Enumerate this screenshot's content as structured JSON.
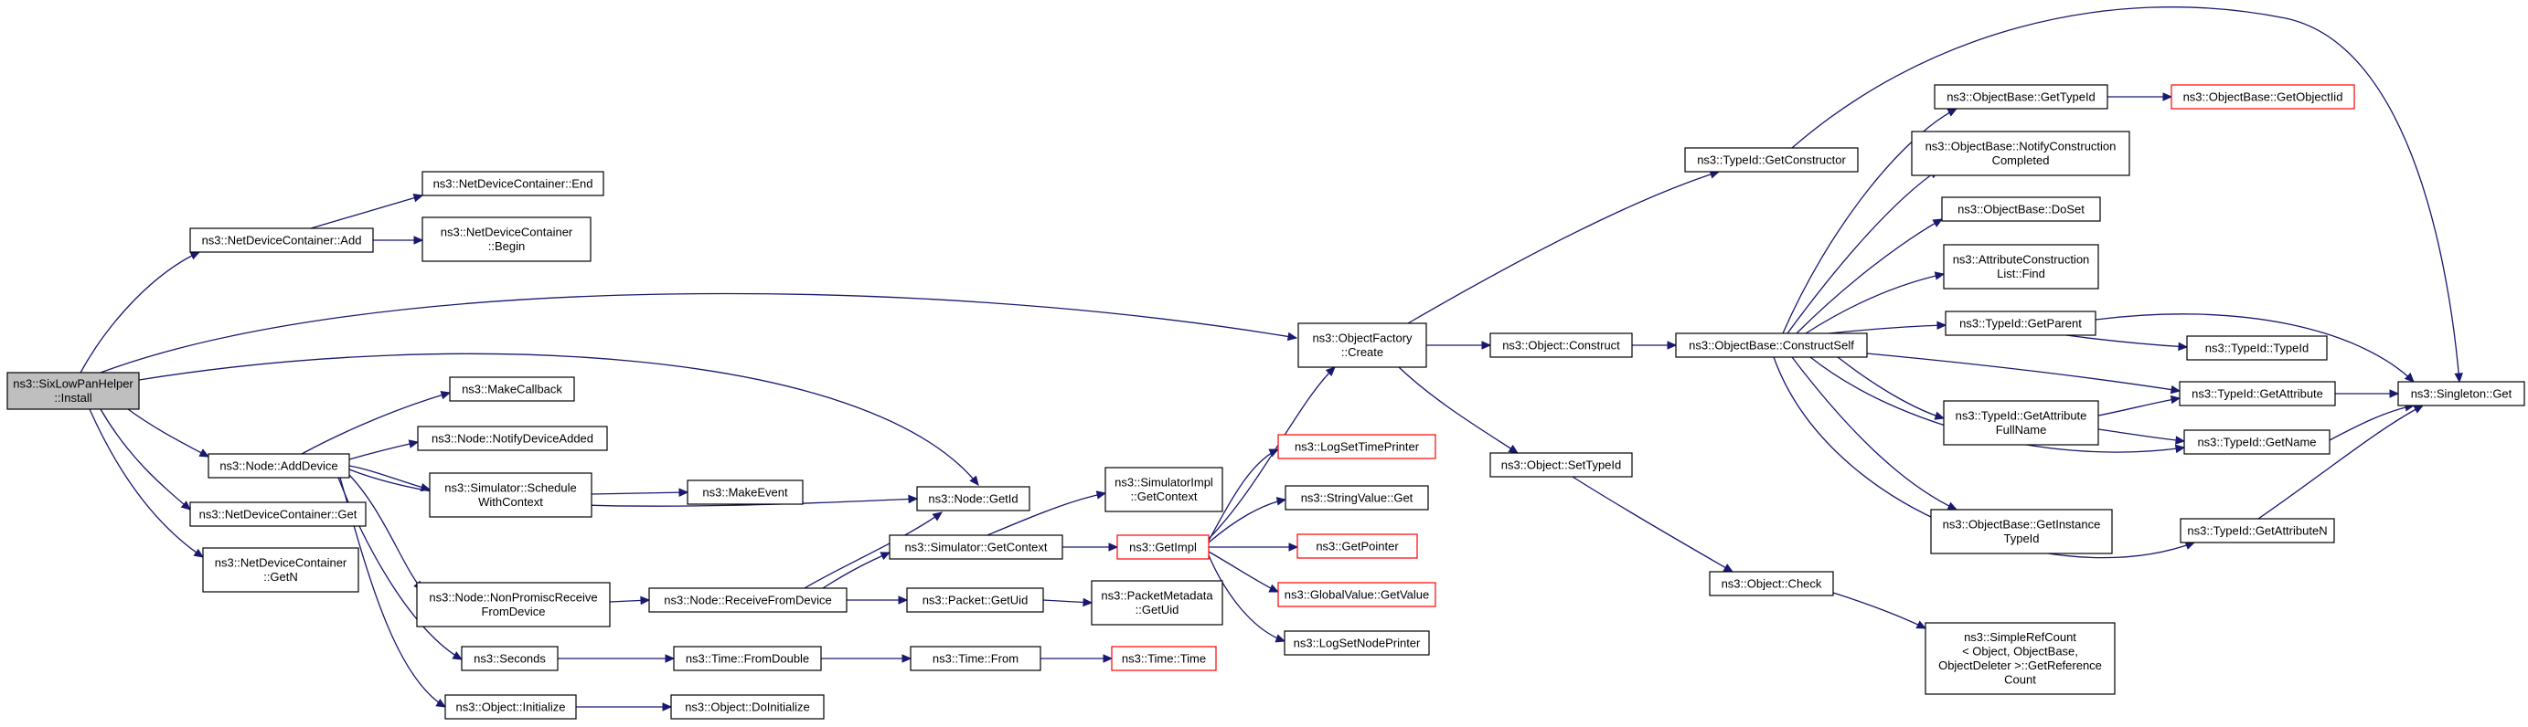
{
  "colors": {
    "edge": "#191970",
    "root_fill": "#bfbfbf",
    "external_border": "#ff0000",
    "border": "#000000"
  },
  "nodes": [
    {
      "id": "install",
      "lines": [
        "ns3::SixLowPanHelper",
        "::Install"
      ],
      "style": "root"
    },
    {
      "id": "ndc_add",
      "lines": [
        "ns3::NetDeviceContainer::Add"
      ]
    },
    {
      "id": "ndc_end",
      "lines": [
        "ns3::NetDeviceContainer::End"
      ]
    },
    {
      "id": "ndc_begin",
      "lines": [
        "ns3::NetDeviceContainer",
        "::Begin"
      ]
    },
    {
      "id": "node_adddevice",
      "lines": [
        "ns3::Node::AddDevice"
      ]
    },
    {
      "id": "ndc_get",
      "lines": [
        "ns3::NetDeviceContainer::Get"
      ]
    },
    {
      "id": "ndc_getn",
      "lines": [
        "ns3::NetDeviceContainer",
        "::GetN"
      ]
    },
    {
      "id": "makecallback",
      "lines": [
        "ns3::MakeCallback"
      ]
    },
    {
      "id": "notifydeviceadded",
      "lines": [
        "ns3::Node::NotifyDeviceAdded"
      ]
    },
    {
      "id": "schedulewithcontext",
      "lines": [
        "ns3::Simulator::Schedule",
        "WithContext"
      ]
    },
    {
      "id": "makeevent",
      "lines": [
        "ns3::MakeEvent"
      ]
    },
    {
      "id": "node_getid",
      "lines": [
        "ns3::Node::GetId"
      ]
    },
    {
      "id": "nonpromisc",
      "lines": [
        "ns3::Node::NonPromiscReceive",
        "FromDevice"
      ]
    },
    {
      "id": "receivefromdevice",
      "lines": [
        "ns3::Node::ReceiveFromDevice"
      ]
    },
    {
      "id": "seconds",
      "lines": [
        "ns3::Seconds"
      ]
    },
    {
      "id": "object_initialize",
      "lines": [
        "ns3::Object::Initialize"
      ]
    },
    {
      "id": "simimpl_getcontext",
      "lines": [
        "ns3::SimulatorImpl",
        "::GetContext"
      ]
    },
    {
      "id": "sim_getcontext",
      "lines": [
        "ns3::Simulator::GetContext"
      ]
    },
    {
      "id": "getimpl",
      "lines": [
        "ns3::GetImpl"
      ],
      "style": "ext"
    },
    {
      "id": "packet_getuid",
      "lines": [
        "ns3::Packet::GetUid"
      ]
    },
    {
      "id": "pktmeta_getuid",
      "lines": [
        "ns3::PacketMetadata",
        "::GetUid"
      ]
    },
    {
      "id": "time_fromdouble",
      "lines": [
        "ns3::Time::FromDouble"
      ]
    },
    {
      "id": "time_from",
      "lines": [
        "ns3::Time::From"
      ]
    },
    {
      "id": "time_time",
      "lines": [
        "ns3::Time::Time"
      ],
      "style": "ext"
    },
    {
      "id": "object_doinitialize",
      "lines": [
        "ns3::Object::DoInitialize"
      ]
    },
    {
      "id": "objectfactory_create",
      "lines": [
        "ns3::ObjectFactory",
        "::Create"
      ]
    },
    {
      "id": "logsettimeprinter",
      "lines": [
        "ns3::LogSetTimePrinter"
      ],
      "style": "ext"
    },
    {
      "id": "stringvalue_get",
      "lines": [
        "ns3::StringValue::Get"
      ]
    },
    {
      "id": "getpointer",
      "lines": [
        "ns3::GetPointer"
      ],
      "style": "ext"
    },
    {
      "id": "globalvalue_getvalue",
      "lines": [
        "ns3::GlobalValue::GetValue"
      ],
      "style": "ext"
    },
    {
      "id": "logsetnodeprinter",
      "lines": [
        "ns3::LogSetNodePrinter"
      ]
    },
    {
      "id": "object_construct",
      "lines": [
        "ns3::Object::Construct"
      ]
    },
    {
      "id": "object_settypeid",
      "lines": [
        "ns3::Object::SetTypeId"
      ]
    },
    {
      "id": "typeid_getconstructor",
      "lines": [
        "ns3::TypeId::GetConstructor"
      ]
    },
    {
      "id": "constructself",
      "lines": [
        "ns3::ObjectBase::ConstructSelf"
      ]
    },
    {
      "id": "object_check",
      "lines": [
        "ns3::Object::Check"
      ]
    },
    {
      "id": "simplerefcount",
      "lines": [
        "ns3::SimpleRefCount",
        "< Object, ObjectBase,",
        "ObjectDeleter >::GetReference",
        "Count"
      ]
    },
    {
      "id": "objectbase_gettypeid",
      "lines": [
        "ns3::ObjectBase::GetTypeId"
      ]
    },
    {
      "id": "getobjectiid",
      "lines": [
        "ns3::ObjectBase::GetObjectIid"
      ],
      "style": "ext"
    },
    {
      "id": "notifyconstruction",
      "lines": [
        "ns3::ObjectBase::NotifyConstruction",
        "Completed"
      ]
    },
    {
      "id": "doset",
      "lines": [
        "ns3::ObjectBase::DoSet"
      ]
    },
    {
      "id": "attrlist_find",
      "lines": [
        "ns3::AttributeConstruction",
        "List::Find"
      ]
    },
    {
      "id": "typeid_getparent",
      "lines": [
        "ns3::TypeId::GetParent"
      ]
    },
    {
      "id": "typeid_typeid",
      "lines": [
        "ns3::TypeId::TypeId"
      ]
    },
    {
      "id": "typeid_getattribute",
      "lines": [
        "ns3::TypeId::GetAttribute"
      ]
    },
    {
      "id": "typeid_getattrfullname",
      "lines": [
        "ns3::TypeId::GetAttribute",
        "FullName"
      ]
    },
    {
      "id": "typeid_getname",
      "lines": [
        "ns3::TypeId::GetName"
      ]
    },
    {
      "id": "getinstancetypeid",
      "lines": [
        "ns3::ObjectBase::GetInstance",
        "TypeId"
      ]
    },
    {
      "id": "typeid_getattributen",
      "lines": [
        "ns3::TypeId::GetAttributeN"
      ]
    },
    {
      "id": "singleton_get",
      "lines": [
        "ns3::Singleton::Get"
      ]
    }
  ]
}
